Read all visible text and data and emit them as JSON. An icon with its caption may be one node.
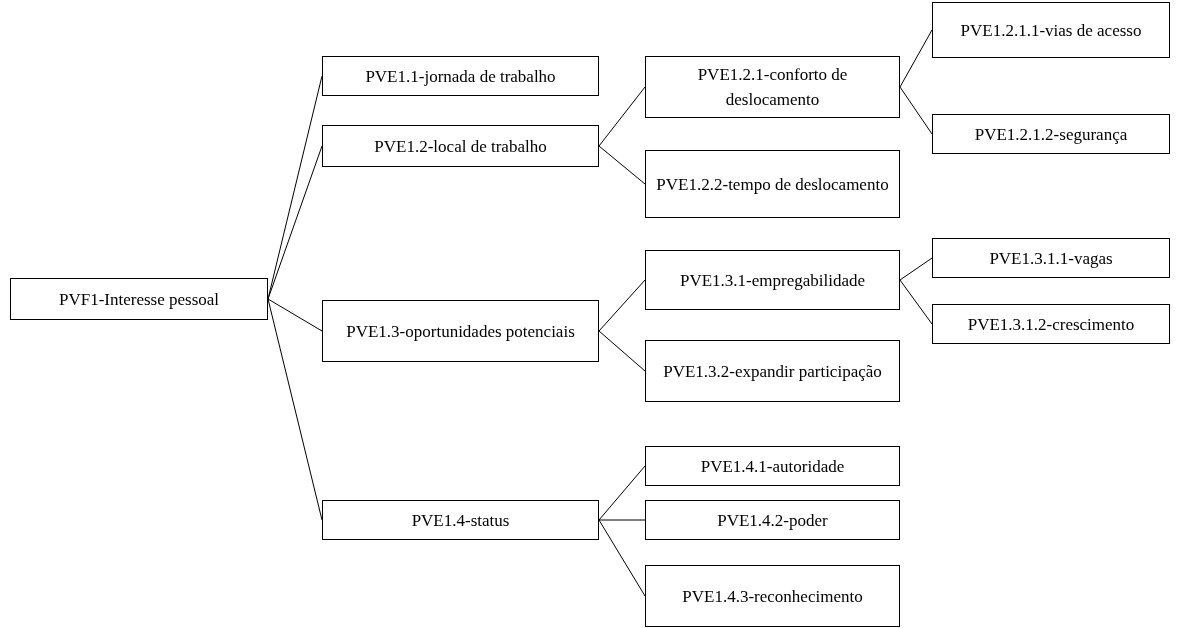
{
  "diagram": {
    "nodes": [
      {
        "text": [
          "PVF1-Interesse pessoal"
        ]
      },
      {
        "text": [
          "PVE1.1-jornada de trabalho"
        ]
      },
      {
        "text": [
          "PVE1.2-local de trabalho"
        ]
      },
      {
        "text": [
          "PVE1.2.1-conforto de deslocamento"
        ]
      },
      {
        "text": [
          "PVE1.2.1.1-vias de acesso"
        ]
      },
      {
        "text": [
          "PVE1.2.1.2-segurança"
        ]
      },
      {
        "text": [
          "PVE1.2.2-tempo de deslocamento"
        ]
      },
      {
        "text": [
          "PVE1.3-oportunidades potenciais"
        ]
      },
      {
        "text": [
          "PVE1.3.1-empregabilidade"
        ]
      },
      {
        "text": [
          "PVE1.3.1.1-vagas"
        ]
      },
      {
        "text": [
          "PVE1.3.1.2-crescimento"
        ]
      },
      {
        "text": [
          "PVE1.3.2-expandir participação"
        ]
      },
      {
        "text": [
          "PVE1.4-status"
        ]
      },
      {
        "text": [
          "PVE1.4.1-autoridade"
        ]
      },
      {
        "text": [
          "PVE1.4.2-poder"
        ]
      },
      {
        "text": [
          "PVE1.4.3-reconhecimento"
        ]
      }
    ],
    "edges": [
      {
        "from": 0,
        "to": 1,
        "arrow": "none"
      },
      {
        "from": 0,
        "to": 2,
        "arrow": "none"
      },
      {
        "from": 0,
        "to": 7,
        "arrow": "none"
      },
      {
        "from": 0,
        "to": 12,
        "arrow": "none"
      },
      {
        "from": 2,
        "to": 3,
        "arrow": "none"
      },
      {
        "from": 2,
        "to": 6,
        "arrow": "none"
      },
      {
        "from": 3,
        "to": 4,
        "arrow": "none"
      },
      {
        "from": 3,
        "to": 5,
        "arrow": "none"
      },
      {
        "from": 7,
        "to": 8,
        "arrow": "none"
      },
      {
        "from": 7,
        "to": 11,
        "arrow": "none"
      },
      {
        "from": 8,
        "to": 9,
        "arrow": "none"
      },
      {
        "from": 8,
        "to": 10,
        "arrow": "none"
      },
      {
        "from": 12,
        "to": 13,
        "arrow": "none"
      },
      {
        "from": 12,
        "to": 14,
        "arrow": "none"
      },
      {
        "from": 12,
        "to": 15,
        "arrow": "none"
      }
    ]
  }
}
